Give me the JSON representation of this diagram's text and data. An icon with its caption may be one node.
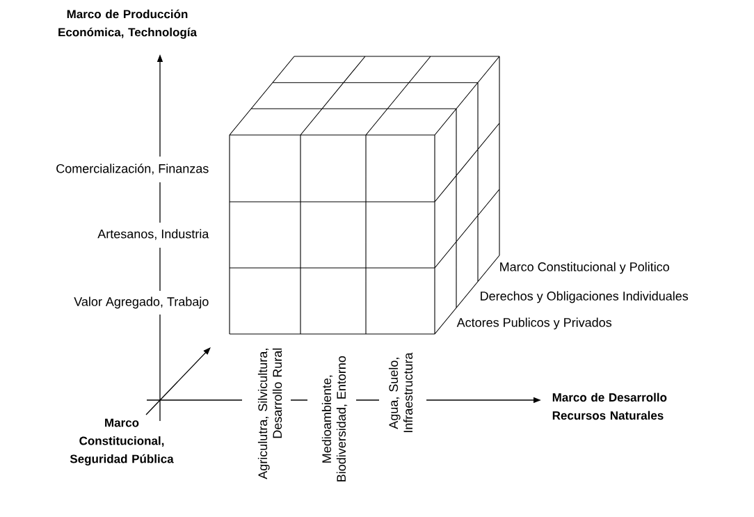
{
  "diagram": {
    "labels": [
      "Marco de Producción Económica, Technología",
      "Comercialización, Finanzas",
      "Artesanos, Industria",
      "Marco Constitucional y Politico",
      "Derechos y Obligaciones Individuales",
      "Valor Agregado, Trabajo",
      "Actores Publicos y Privados",
      "Agriculutra, Silvicultura, Desarrollo Rural",
      "Medioambiente, Biodiversidad, Entorno",
      "Agua, Suelo, Infraestructura",
      "Marco de Desarrollo Recursos Naturales",
      "Marco Constitucional, Seguridad Pública"
    ]
  }
}
